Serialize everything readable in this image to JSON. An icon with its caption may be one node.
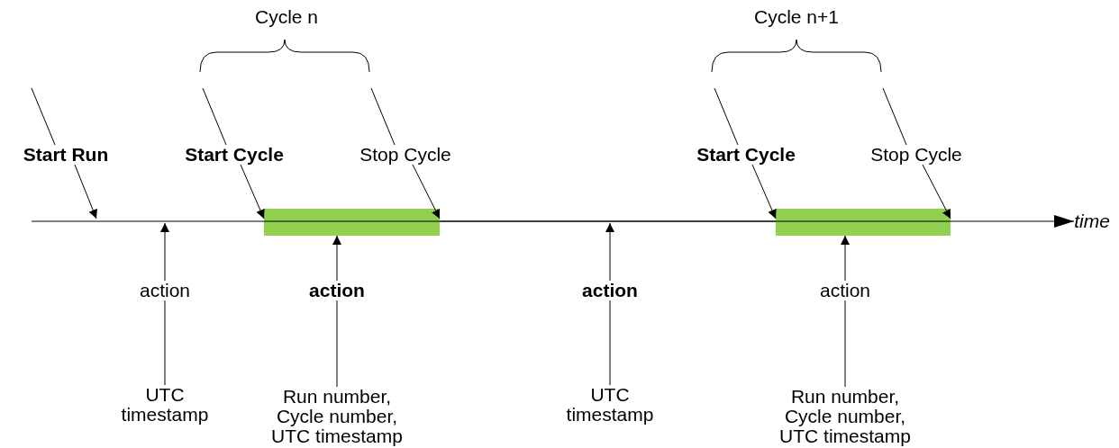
{
  "diagram": {
    "nodes": [
      {
        "text": [
          "Start Run"
        ]
      },
      {
        "text": [
          "Start Cycle"
        ]
      },
      {
        "text": [
          "Stop Cycle"
        ]
      },
      {
        "text": [
          "Start Cycle"
        ]
      },
      {
        "text": [
          "Stop Cycle"
        ]
      },
      {
        "text": [],
        "shape": "bar"
      },
      {
        "text": [],
        "shape": "bar"
      },
      {
        "text": [
          "action"
        ]
      },
      {
        "text": [
          "UTC timestamp"
        ]
      },
      {
        "text": [
          "action"
        ]
      },
      {
        "text": [
          "Run number, Cycle number, UTC timestamp"
        ]
      },
      {
        "text": [
          "action"
        ]
      },
      {
        "text": [
          "UTC timestamp"
        ]
      },
      {
        "text": [
          "action"
        ]
      },
      {
        "text": [
          "Run number, Cycle number, UTC timestamp"
        ]
      }
    ],
    "edges": [
      {
        "from": 0,
        "to": null,
        "arrow": "to"
      },
      {
        "from": 1,
        "to": 5,
        "arrow": "to"
      },
      {
        "from": 2,
        "to": 5,
        "arrow": "to"
      },
      {
        "from": 3,
        "to": 6,
        "arrow": "to"
      },
      {
        "from": 4,
        "to": 6,
        "arrow": "to"
      },
      {
        "from": 8,
        "to": 7,
        "arrow": "none"
      },
      {
        "from": 7,
        "to": null,
        "arrow": "to"
      },
      {
        "from": 10,
        "to": 9,
        "arrow": "none"
      },
      {
        "from": 9,
        "to": 5,
        "arrow": "to"
      },
      {
        "from": 12,
        "to": 11,
        "arrow": "none"
      },
      {
        "from": 11,
        "to": null,
        "arrow": "to"
      },
      {
        "from": 14,
        "to": 13,
        "arrow": "none"
      },
      {
        "from": 13,
        "to": 6,
        "arrow": "to"
      },
      {
        "from": null,
        "to": 0,
        "arrow": "none"
      },
      {
        "from": null,
        "to": 1,
        "arrow": "none"
      },
      {
        "from": null,
        "to": 2,
        "arrow": "none"
      },
      {
        "from": null,
        "to": 3,
        "arrow": "none"
      },
      {
        "from": null,
        "to": 4,
        "arrow": "none"
      }
    ],
    "labels": [
      "Cycle n",
      "Cycle n+1",
      "time"
    ]
  }
}
